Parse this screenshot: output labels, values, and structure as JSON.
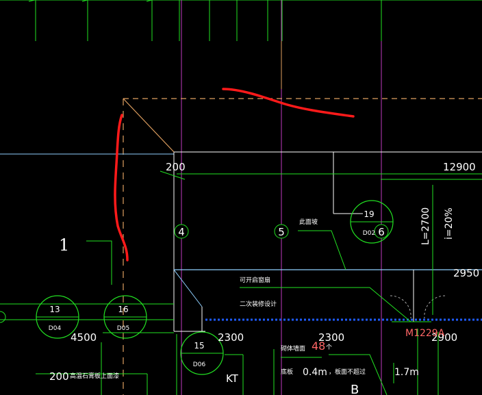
{
  "colors": {
    "background": "#000000",
    "green": "#22e322",
    "white": "#ffffff",
    "cyan": "#8fd0ff",
    "magenta": "#c03ac0",
    "orange": "#e0a060",
    "red": "#ff1a1a",
    "blue": "#1e5cff",
    "pink": "#ff6666"
  },
  "labels": {
    "dim_200_top": "200",
    "dim_12900": "12900",
    "dim_2950": "2950",
    "dim_4500": "4500",
    "dim_2300_a": "2300",
    "dim_2300_b": "2300",
    "dim_2900": "2900",
    "dim_200_bottom": "200",
    "axis_4": "4",
    "axis_5": "5",
    "axis_6": "6",
    "axis_1": "1",
    "axis_B": "B",
    "kt": "KT",
    "slope_length": "L=2700",
    "slope_ratio": "i=20%",
    "door_tag": "M1229A",
    "red_num": "48",
    "num_04m": "0.4m",
    "num_17m": "1.7m",
    "cn_label_1": "此面坡",
    "cn_label_2": "可开启窗扇",
    "cn_label_3": "二次装修设计",
    "cn_label_4": "砌体墙面",
    "cn_label_5": "高温石膏板上面漆",
    "cn_label_6": "底板",
    "cn_label_7": "，板面不超过",
    "cn_label_8": "个"
  },
  "bubbles": [
    {
      "top": "13",
      "bottom": "D04"
    },
    {
      "top": "16",
      "bottom": "D05"
    },
    {
      "top": "15",
      "bottom": "D06"
    },
    {
      "top": "19",
      "bottom": "D02"
    }
  ]
}
